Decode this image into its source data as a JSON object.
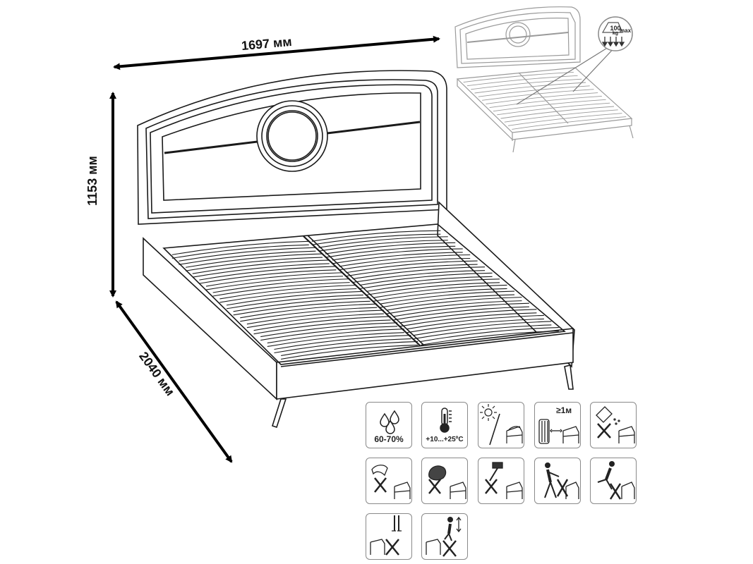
{
  "dimensions": {
    "width": "1697 мм",
    "height": "1153 мм",
    "depth": "2040 мм"
  },
  "load_badge": {
    "weight": "100",
    "unit": "kg",
    "qualifier": "max"
  },
  "care_icons": {
    "humidity": {
      "label": "60-70%",
      "icon": "water-drops-icon"
    },
    "temperature": {
      "label": "+10...+25ºC",
      "icon": "thermometer-icon"
    },
    "sunlight": {
      "icon": "no-direct-sunlight-icon"
    },
    "heater_distance": {
      "label": "≥1м",
      "icon": "heater-distance-icon"
    },
    "icons": [
      "no-liquid-spill-icon",
      "no-cutting-icon",
      "no-abrasive-cleaning-icon",
      "no-hammer-icon",
      "no-pushing-icon",
      "no-kicking-icon",
      "no-standing-icon",
      "no-jumping-icon"
    ]
  }
}
